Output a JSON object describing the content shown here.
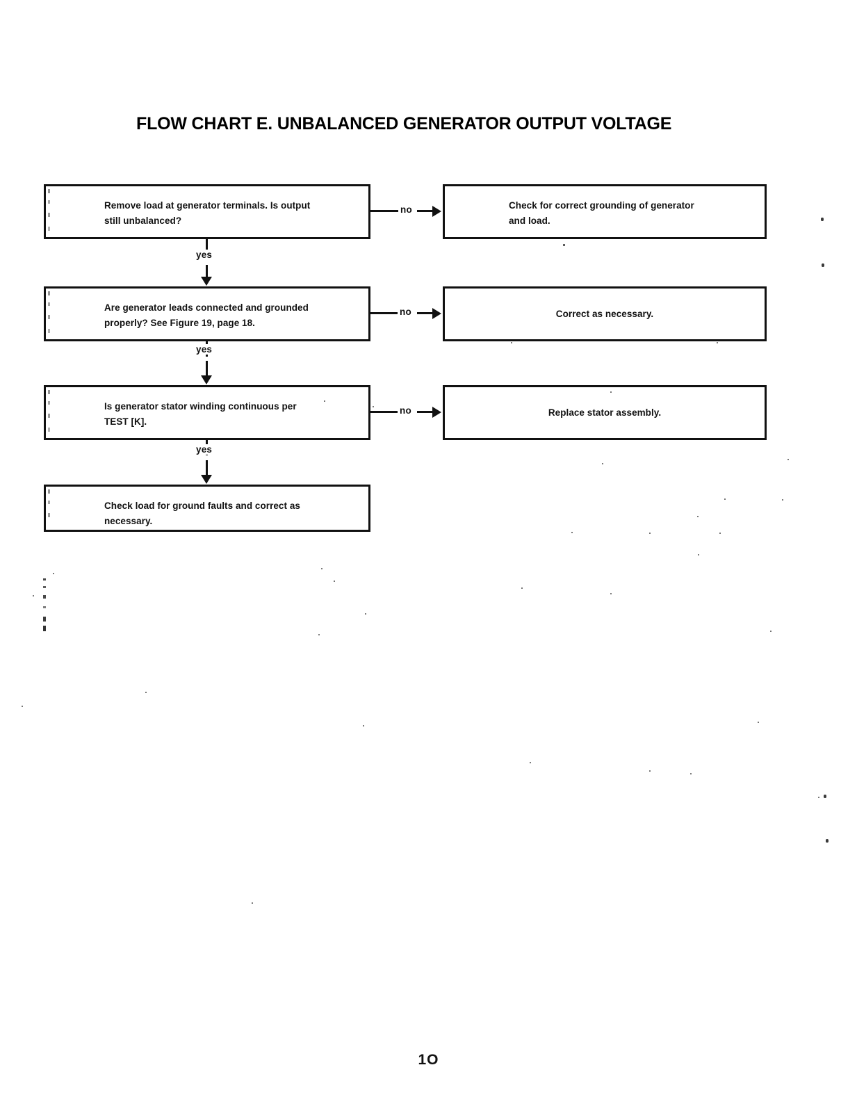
{
  "document": {
    "title": "FLOW CHART E. UNBALANCED GENERATOR OUTPUT VOLTAGE",
    "page_number": "1O"
  },
  "flowchart": {
    "decisions": [
      {
        "id": "d1",
        "text": "Remove load at generator terminals. Is output\nstill unbalanced?",
        "yes_label": "yes",
        "no_label": "no"
      },
      {
        "id": "d2",
        "text": "Are generator leads connected and grounded\nproperly? See Figure 19, page 18.",
        "yes_label": "yes",
        "no_label": "no"
      },
      {
        "id": "d3",
        "text": "Is generator stator winding continuous per\nTEST [K].",
        "yes_label": "yes",
        "no_label": "no"
      }
    ],
    "actions": [
      {
        "id": "a1",
        "text": "Check for correct grounding of generator\nand load."
      },
      {
        "id": "a2",
        "text": "Correct as necessary."
      },
      {
        "id": "a3",
        "text": "Replace stator assembly."
      },
      {
        "id": "a4",
        "text": "Check load for ground faults and correct as\nnecessary."
      }
    ]
  },
  "colors": {
    "ink": "#111111",
    "paper": "#ffffff"
  }
}
